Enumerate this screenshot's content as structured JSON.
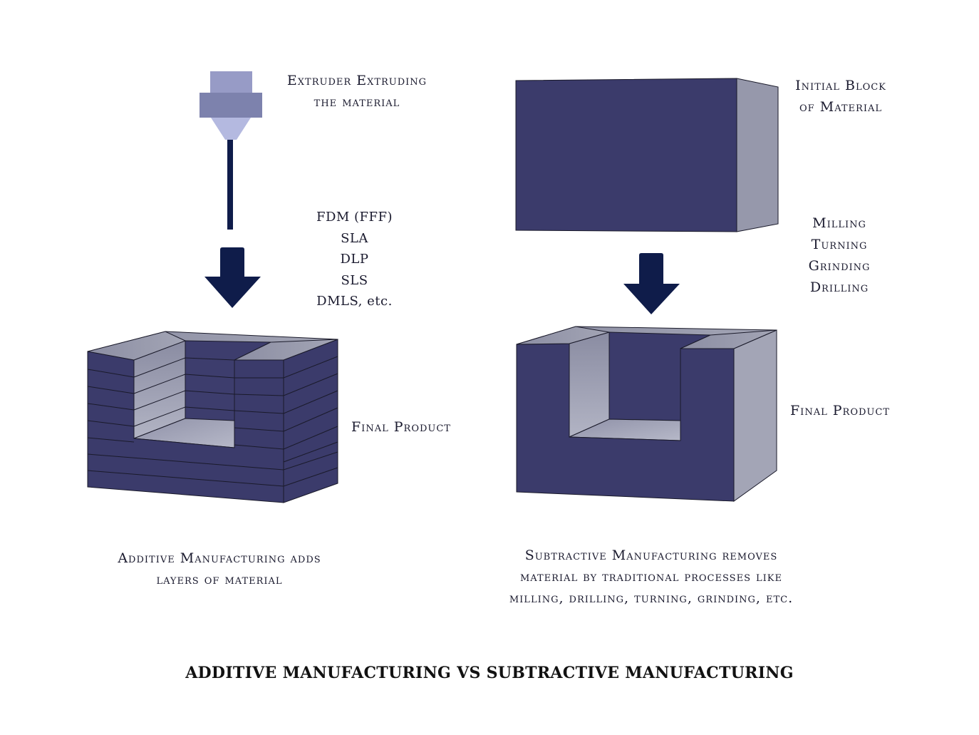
{
  "additive": {
    "extruder_label": [
      "Extruder Extruding",
      "the material"
    ],
    "processes": [
      "FDM (FFF)",
      "SLA",
      "DLP",
      "SLS",
      "DMLS, etc."
    ],
    "final_product_label": "Final Product",
    "caption": [
      "Additive Manufacturing adds",
      "layers of material"
    ]
  },
  "subtractive": {
    "block_label": [
      "Initial Block",
      "of Material"
    ],
    "processes": [
      "Milling",
      "Turning",
      "Grinding",
      "Drilling"
    ],
    "final_product_label": "Final Product",
    "caption": [
      "Subtractive Manufacturing removes",
      "material by traditional processes like",
      "milling, drilling, turning, grinding, etc."
    ]
  },
  "footer_title": "ADDITIVE MANUFACTURING VS SUBTRACTIVE MANUFACTURING",
  "colors": {
    "block_front": "#3b3b6b",
    "block_side": "#9698ab",
    "arrow": "#0f1c4a",
    "extruder_light": "#979bc6",
    "extruder_dark": "#7d82ad",
    "nozzle": "#b4b9e0"
  }
}
